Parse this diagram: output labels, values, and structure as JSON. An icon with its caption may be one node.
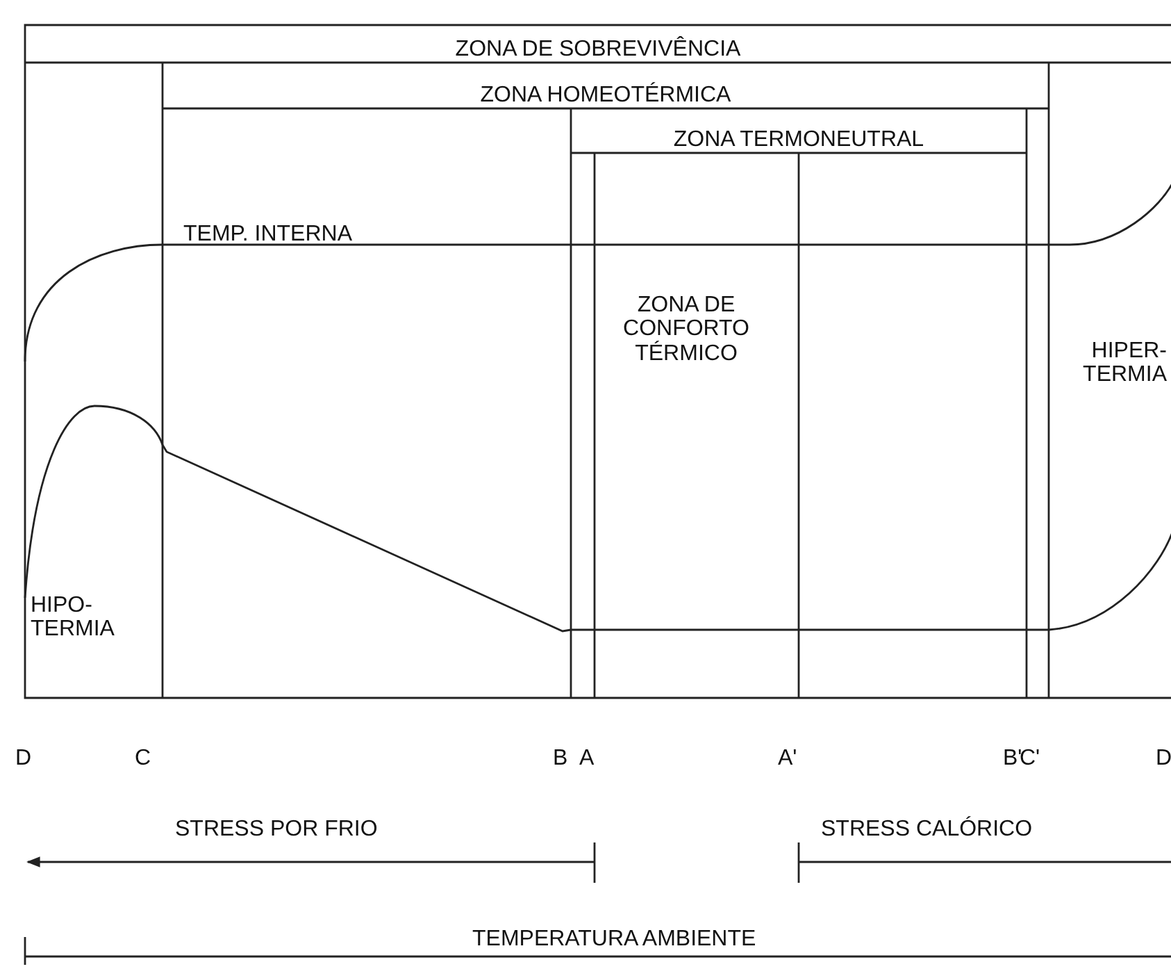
{
  "diagram": {
    "nodes": [
      {
        "text": [
          "ZONA DE SOBREVIVÊNCIA"
        ]
      },
      {
        "text": [
          "ZONA HOMEOTÉRMICA"
        ]
      },
      {
        "text": [
          "ZONA TERMONEUTRAL"
        ]
      }
    ],
    "labels": [
      "TEMP. INTERNA",
      "ZONA DE CONFORTO TÉRMICO",
      "HIPER- TERMIA",
      "HIPO- TERMIA",
      "D",
      "C",
      "B",
      "A",
      "A'",
      "B'",
      "C'",
      "D",
      "STRESS POR FRIO",
      "STRESS CALÓRICO",
      "TEMPERATURA AMBIENTE"
    ]
  }
}
